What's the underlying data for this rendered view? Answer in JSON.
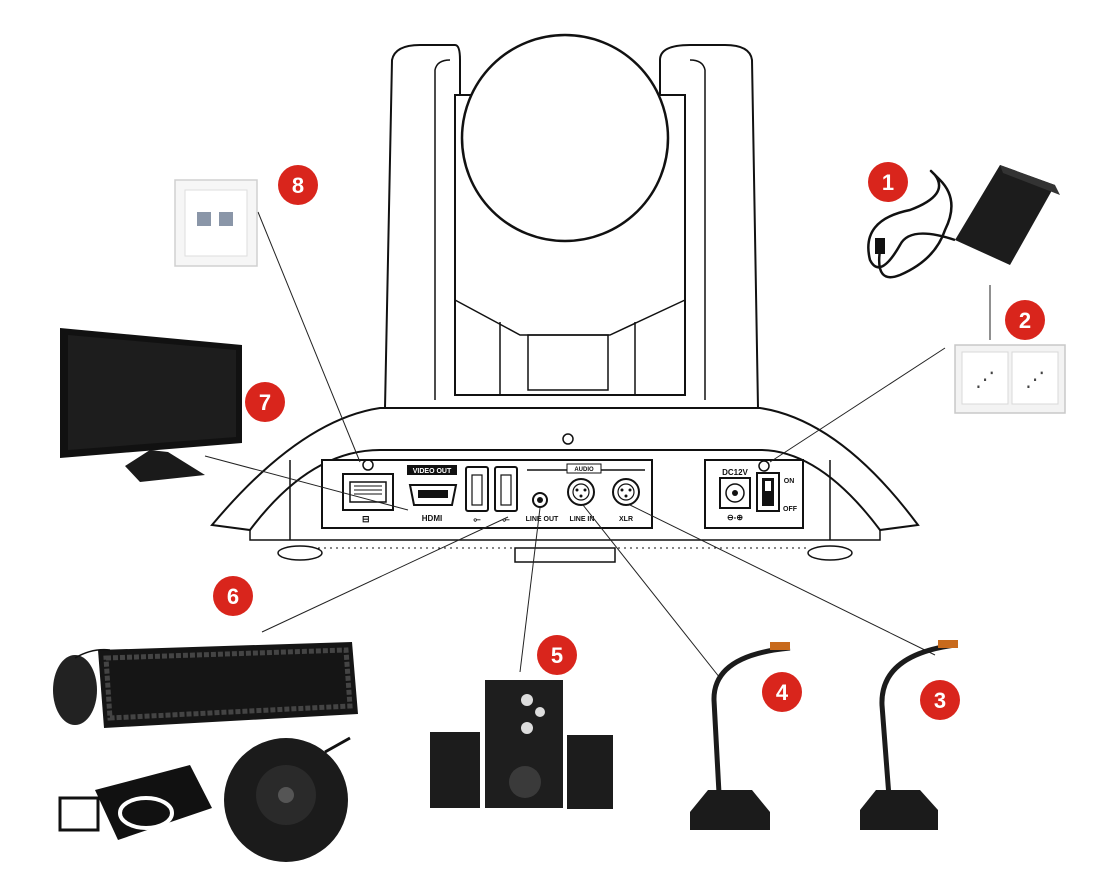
{
  "colors": {
    "badge": "#d9251c",
    "device": "#1a1a1a",
    "line": "#222222"
  },
  "camera": {
    "ports": {
      "video_out": "VIDEO OUT",
      "hdmi": "HDMI",
      "usb1": "⟜",
      "usb2": "⟜",
      "audio": "AUDIO",
      "line_out": "LINE OUT",
      "line_in": "LINE IN",
      "xlr": "XLR",
      "dc": "DC12V",
      "on": "ON",
      "off": "OFF"
    }
  },
  "badges": [
    {
      "id": "1",
      "label": "1"
    },
    {
      "id": "2",
      "label": "2"
    },
    {
      "id": "3",
      "label": "3"
    },
    {
      "id": "4",
      "label": "4"
    },
    {
      "id": "5",
      "label": "5"
    },
    {
      "id": "6",
      "label": "6"
    },
    {
      "id": "7",
      "label": "7"
    },
    {
      "id": "8",
      "label": "8"
    }
  ],
  "devices": [
    {
      "name": "power-adapter",
      "icon": "power-adapter-icon"
    },
    {
      "name": "wall-outlet",
      "icon": "outlet-icon"
    },
    {
      "name": "gooseneck-mic-xlr",
      "icon": "microphone-icon"
    },
    {
      "name": "gooseneck-mic-line-in",
      "icon": "microphone-icon"
    },
    {
      "name": "speaker-system",
      "icon": "speaker-icon"
    },
    {
      "name": "usb-peripherals",
      "icon": "keyboard-icon"
    },
    {
      "name": "monitor",
      "icon": "monitor-icon"
    },
    {
      "name": "network-jack",
      "icon": "ethernet-icon"
    }
  ]
}
